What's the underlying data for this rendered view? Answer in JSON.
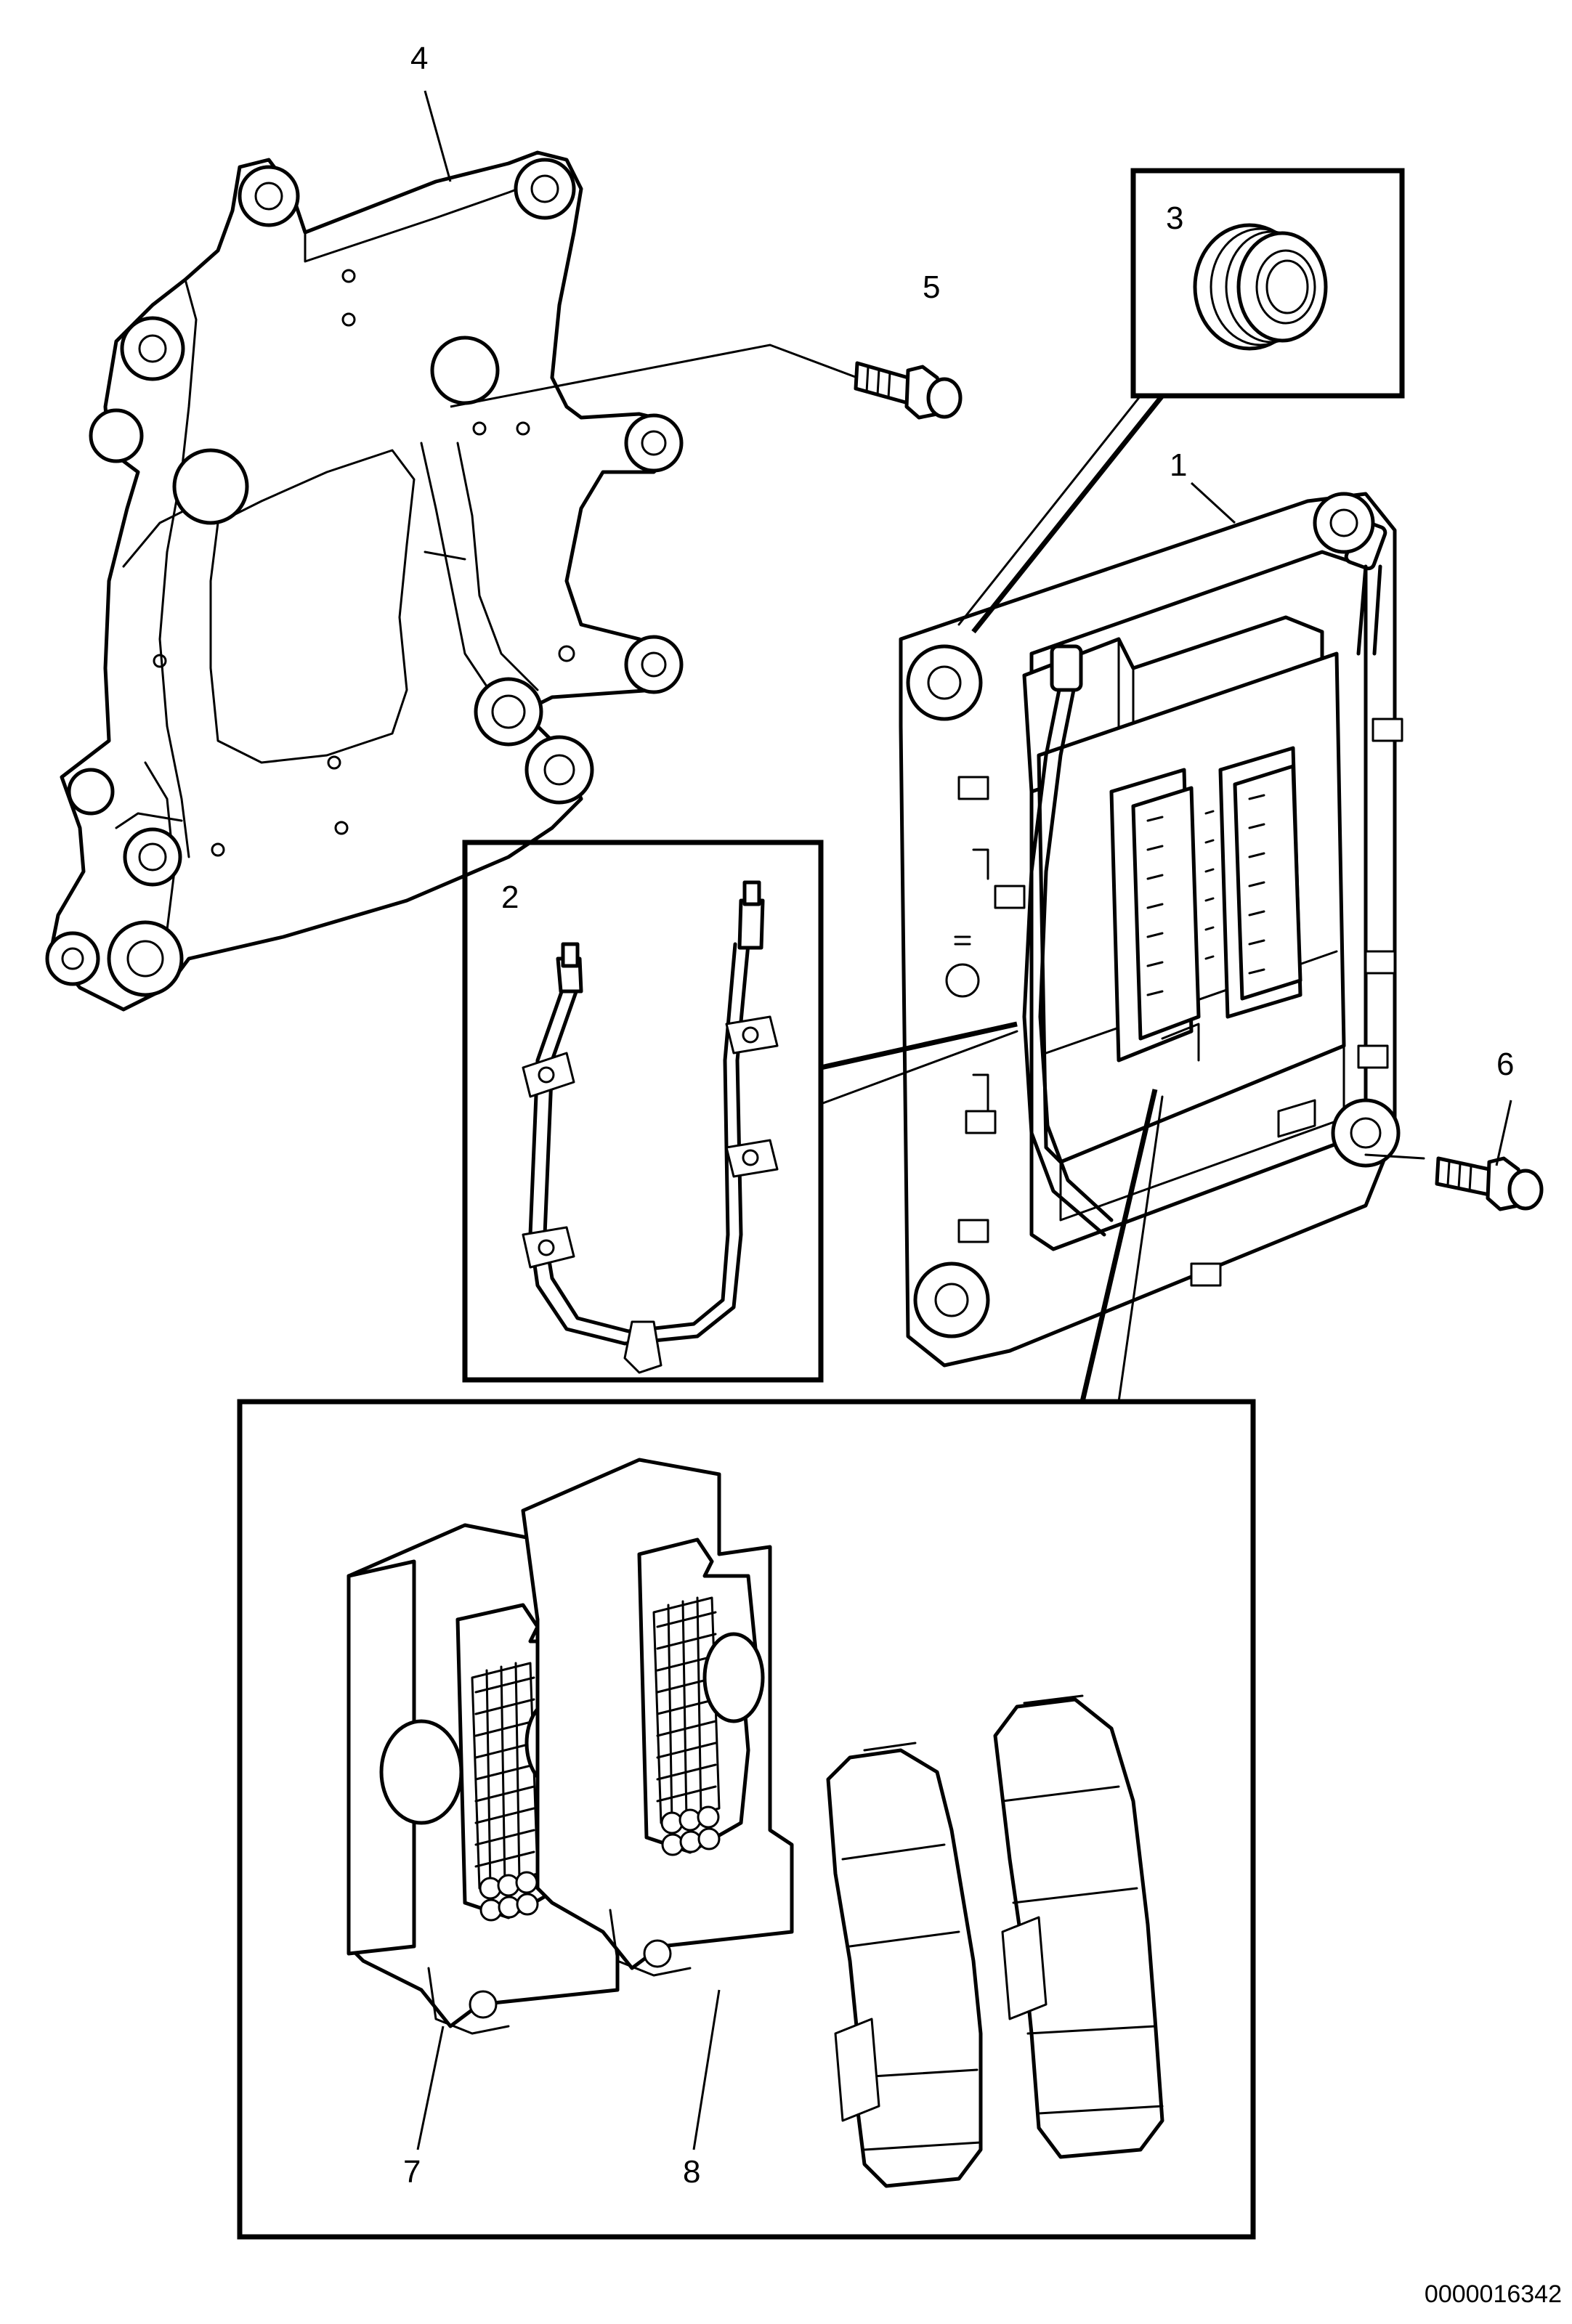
{
  "callouts": {
    "c1": "1",
    "c2": "2",
    "c3": "3",
    "c4": "4",
    "c5": "5",
    "c6": "6",
    "c7": "7",
    "c8": "8"
  },
  "document_id": "0000016342"
}
